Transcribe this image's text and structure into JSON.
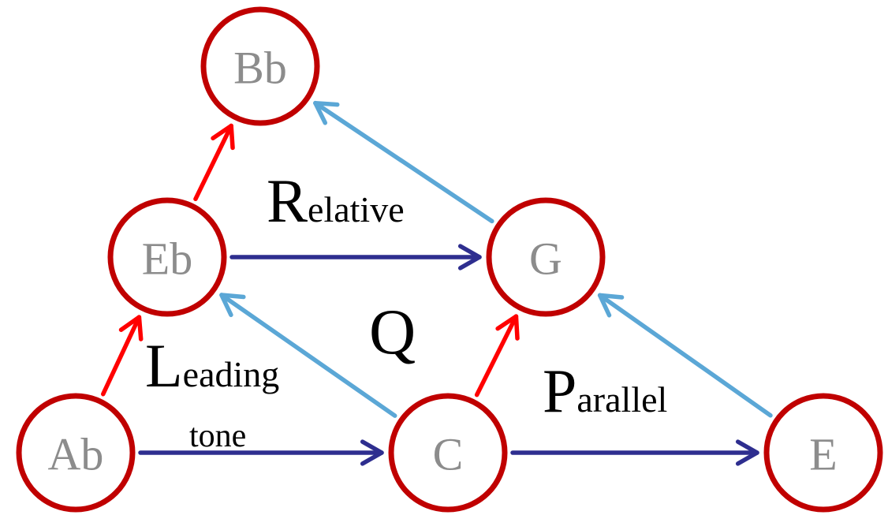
{
  "nodes": [
    {
      "id": "Bb",
      "label": "Bb"
    },
    {
      "id": "Eb",
      "label": "Eb"
    },
    {
      "id": "G",
      "label": "G"
    },
    {
      "id": "Ab",
      "label": "Ab"
    },
    {
      "id": "C",
      "label": "C"
    },
    {
      "id": "E",
      "label": "E"
    }
  ],
  "edges": [
    {
      "from": "Eb",
      "to": "Bb",
      "kind": "leading"
    },
    {
      "from": "G",
      "to": "Bb",
      "kind": "relative"
    },
    {
      "from": "Eb",
      "to": "G",
      "kind": "parallel"
    },
    {
      "from": "Ab",
      "to": "Eb",
      "kind": "leading"
    },
    {
      "from": "C",
      "to": "Eb",
      "kind": "relative"
    },
    {
      "from": "C",
      "to": "G",
      "kind": "leading"
    },
    {
      "from": "E",
      "to": "G",
      "kind": "relative"
    },
    {
      "from": "Ab",
      "to": "C",
      "kind": "parallel"
    },
    {
      "from": "C",
      "to": "E",
      "kind": "parallel"
    }
  ],
  "labels": {
    "relative_initial": "R",
    "relative_rest": "elative",
    "q": "Q",
    "leading_initial": "L",
    "leading_rest": "eading",
    "tone": "tone",
    "parallel_initial": "P",
    "parallel_rest": "arallel"
  },
  "colors": {
    "node_stroke": "#c00000",
    "node_text": "#8c8c8c",
    "leading": "#ff0000",
    "relative": "#5ba7d6",
    "parallel": "#2e2e8f"
  }
}
